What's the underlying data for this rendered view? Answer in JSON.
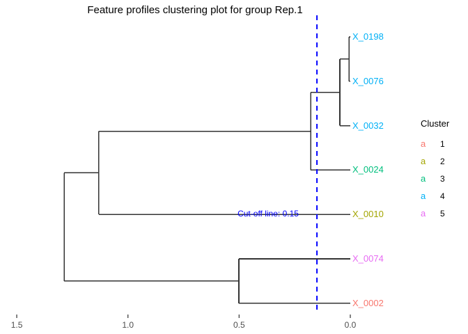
{
  "title": "Feature profiles clustering plot for group Rep.1",
  "cutoff": {
    "label": "Cut-off line: 0.15",
    "value": 0.15,
    "color": "#0000ff"
  },
  "legend": {
    "title": "Cluster",
    "key_glyph": "a",
    "items": [
      {
        "label": "1",
        "color": "#f8766d"
      },
      {
        "label": "2",
        "color": "#a3a500"
      },
      {
        "label": "3",
        "color": "#00bf7d"
      },
      {
        "label": "4",
        "color": "#00b0f6"
      },
      {
        "label": "5",
        "color": "#e76bf3"
      }
    ]
  },
  "axis": {
    "ticks": [
      "1.5",
      "1.0",
      "0.5",
      "0.0"
    ],
    "tick_values": [
      1.5,
      1.0,
      0.5,
      0.0
    ],
    "tick_color": "#4d4d4d"
  },
  "chart_data": {
    "type": "dendrogram",
    "title": "Feature profiles clustering plot for group Rep.1",
    "xlabel": "",
    "ylabel": "",
    "xlim": [
      1.5,
      0.0
    ],
    "x_reversed": true,
    "grid": false,
    "legend_position": "right",
    "leaves": [
      {
        "label": "X_0198",
        "cluster": 4,
        "color": "#00b0f6",
        "order": 1
      },
      {
        "label": "X_0076",
        "cluster": 4,
        "color": "#00b0f6",
        "order": 2
      },
      {
        "label": "X_0032",
        "cluster": 4,
        "color": "#00b0f6",
        "order": 3
      },
      {
        "label": "X_0024",
        "cluster": 3,
        "color": "#00bf7d",
        "order": 4
      },
      {
        "label": "X_0010",
        "cluster": 2,
        "color": "#a3a500",
        "order": 5
      },
      {
        "label": "X_0074",
        "cluster": 5,
        "color": "#e76bf3",
        "order": 6
      },
      {
        "label": "X_0002",
        "cluster": 1,
        "color": "#f8766d",
        "order": 7
      }
    ],
    "merges": [
      {
        "id": "m1",
        "left": "X_0198",
        "right": "X_0076",
        "height": 0.005
      },
      {
        "id": "m2",
        "left": "m1",
        "right": "X_0032",
        "height": 0.047
      },
      {
        "id": "m3",
        "left": "m2",
        "right": "X_0024",
        "height": 0.178
      },
      {
        "id": "m4",
        "left": "X_0074",
        "right": "X_0002",
        "height": 0.501
      },
      {
        "id": "m5",
        "left": "m3",
        "right": "X_0010",
        "height": 1.131
      },
      {
        "id": "m6",
        "left": "m5",
        "right": "m4",
        "height": 1.287
      }
    ],
    "line_color": "#333333"
  }
}
